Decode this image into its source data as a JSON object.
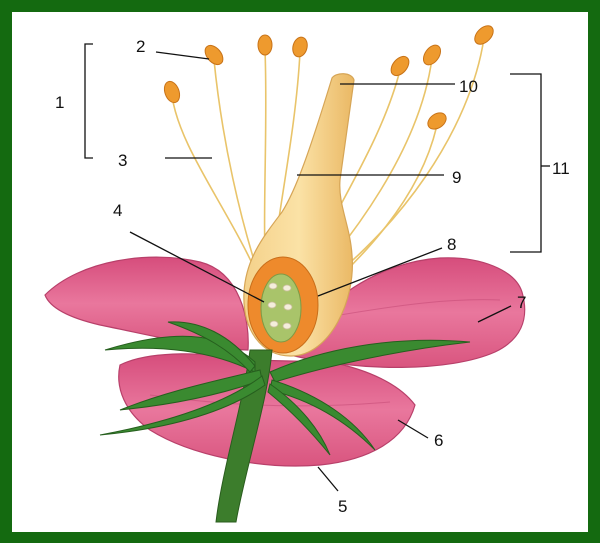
{
  "labels": {
    "l1": "1",
    "l2": "2",
    "l3": "3",
    "l4": "4",
    "l5": "5",
    "l6": "6",
    "l7": "7",
    "l8": "8",
    "l9": "9",
    "l10": "10",
    "l11": "11"
  },
  "colors": {
    "frame": "#146a10",
    "petal": "#e2628e",
    "sepal": "#2f7a2a",
    "pistil": "#f2c77a",
    "anther": "#ee9a2e",
    "ovary_inner": "#a9c46a"
  }
}
